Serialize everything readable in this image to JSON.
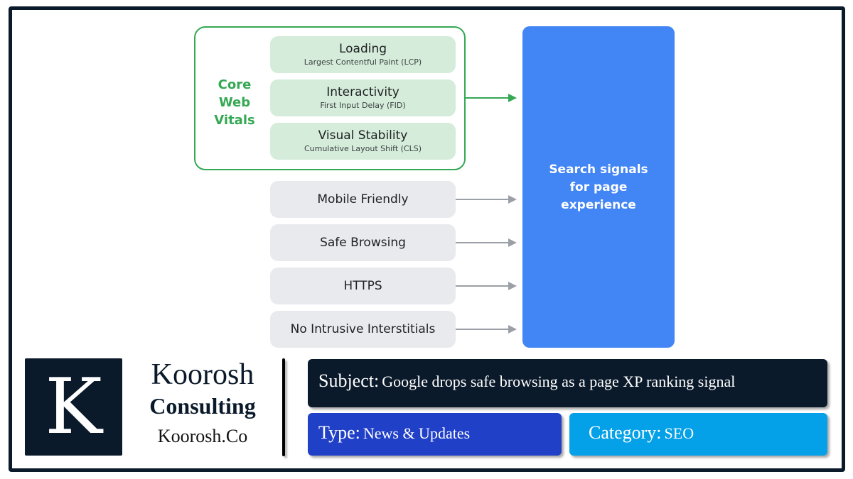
{
  "diagram": {
    "core_web_vitals": {
      "label_lines": [
        "Core",
        "Web",
        "Vitals"
      ],
      "items": [
        {
          "title": "Loading",
          "subtitle": "Largest Contentful Paint (LCP)"
        },
        {
          "title": "Interactivity",
          "subtitle": "First Input Delay (FID)"
        },
        {
          "title": "Visual Stability",
          "subtitle": "Cumulative Layout Shift (CLS)"
        }
      ]
    },
    "other_signals": [
      {
        "label": "Mobile Friendly"
      },
      {
        "label": "Safe Browsing"
      },
      {
        "label": "HTTPS"
      },
      {
        "label": "No Intrusive Interstitials"
      }
    ],
    "target": {
      "label_lines": [
        "Search signals",
        "for page",
        "experience"
      ]
    },
    "colors": {
      "green": "#34a853",
      "green_fill": "#d4ecd9",
      "gray_fill": "#e8eaed",
      "gray_arrow": "#9aa0a6",
      "blue": "#4285f4"
    }
  },
  "brand": {
    "logo_letter": "K",
    "name_line1": "Koorosh",
    "name_line2": "Consulting",
    "website": "Koorosh.Co",
    "color": "#0b1a2b"
  },
  "post_info": {
    "subject": {
      "key": "Subject:",
      "value": "Google drops safe browsing as a page XP ranking signal",
      "color": "#0b1a2b"
    },
    "type": {
      "key": "Type:",
      "value": "News & Updates",
      "color": "#2140c8"
    },
    "category": {
      "key": "Category:",
      "value": "SEO",
      "color": "#04a0e8"
    }
  }
}
